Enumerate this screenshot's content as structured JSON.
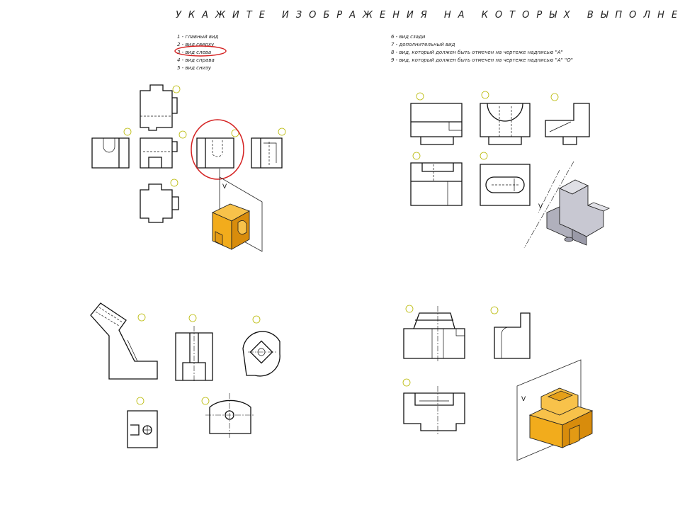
{
  "title": "УКАЖИТЕ ИЗОБРАЖЕНИЯ НА КОТОРЫХ ВЫПОЛНЕНЫ",
  "legend_left": [
    "1 - главный вид",
    "2 - вид сверху",
    "3 - вид слева",
    "4 - вид справа",
    "5 - вид снизу"
  ],
  "legend_right": [
    "6 - вид сзади",
    "7 - дополнительный вид",
    "8 - вид, который должен быть отмечен на чертеже надписью \"А\"",
    "9 - вид, который должен быть отмечен на чертеже надписью \"А\" \"О\""
  ],
  "plane_letter": "V",
  "colors": {
    "highlight": "#d42020",
    "model": "#f2ac1c",
    "model_dark": "#d88c0c",
    "grey_model": "#b9b9c3",
    "badge": "#b8b800"
  }
}
